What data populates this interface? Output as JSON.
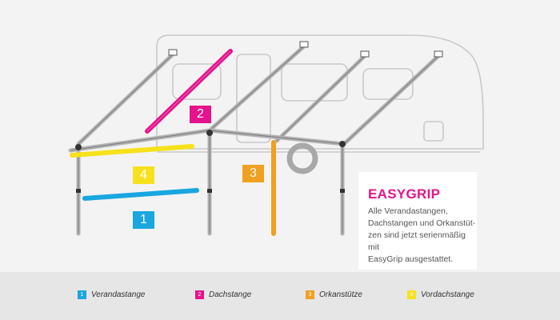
{
  "colors": {
    "verandastange": "#1aa6df",
    "dachstange": "#e4148c",
    "orkanstuetze": "#f0a020",
    "vordachstange": "#f7e11c",
    "accent": "#e4148c"
  },
  "badges": {
    "n1": "1",
    "n2": "2",
    "n3": "3",
    "n4": "4"
  },
  "info": {
    "title": "EASYGRIP",
    "text": "Alle Verandastangen,\nDachstangen und Orkanstüt-\nzen sind jetzt serienmäßig mit\nEasyGrip ausgestattet."
  },
  "legend": [
    {
      "number": "1",
      "label": "Verandastange",
      "color": "#1aa6df"
    },
    {
      "number": "2",
      "label": "Dachstange",
      "color": "#e4148c"
    },
    {
      "number": "3",
      "label": "Orkanstütze",
      "color": "#f0a020"
    },
    {
      "number": "4",
      "label": "Vordachstange",
      "color": "#f7e11c"
    }
  ]
}
